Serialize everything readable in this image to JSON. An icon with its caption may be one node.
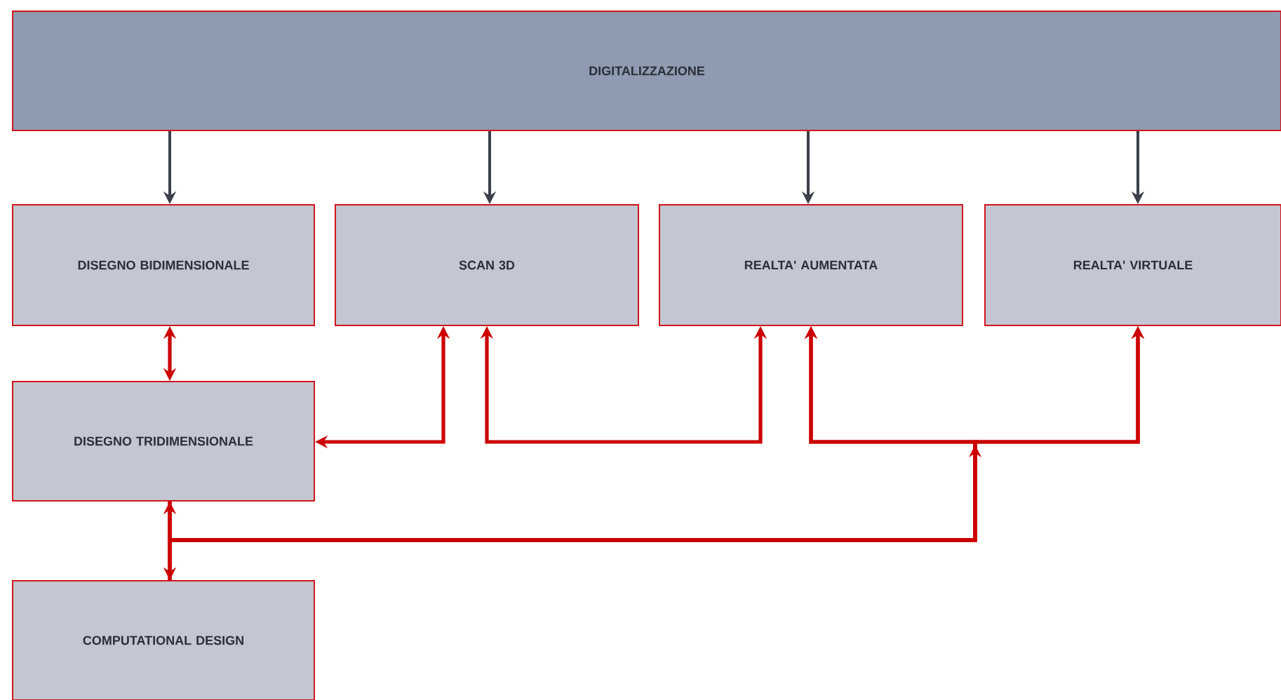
{
  "diagram": {
    "nodes": [
      {
        "text": [
          "DIGITALIZZAZIONE"
        ]
      },
      {
        "text": [
          "DISEGNO BIDIMENSIONALE"
        ]
      },
      {
        "text": [
          "SCAN 3D"
        ]
      },
      {
        "text": [
          "REALTA' AUMENTATA"
        ]
      },
      {
        "text": [
          "REALTA' VIRTUALE"
        ]
      },
      {
        "text": [
          "DISEGNO TRIDIMENSIONALE"
        ]
      },
      {
        "text": [
          "COMPUTATIONAL DESIGN"
        ]
      }
    ],
    "edges": [
      {
        "from": 0,
        "to": 1,
        "arrow": "to",
        "color": "#3a3f4a"
      },
      {
        "from": 0,
        "to": 2,
        "arrow": "to",
        "color": "#3a3f4a"
      },
      {
        "from": 0,
        "to": 3,
        "arrow": "to",
        "color": "#3a3f4a"
      },
      {
        "from": 0,
        "to": 4,
        "arrow": "to",
        "color": "#3a3f4a"
      },
      {
        "from": 1,
        "to": 5,
        "arrow": "both"
      },
      {
        "from": 5,
        "to": 2,
        "arrow": "both"
      },
      {
        "from": 2,
        "to": 3,
        "arrow": "both"
      },
      {
        "from": 5,
        "to": 6,
        "arrow": "both"
      },
      {
        "from": 5,
        "to": 3,
        "arrow": "to"
      },
      {
        "from": 5,
        "to": 4,
        "arrow": "to"
      },
      {
        "from": 6,
        "to": 3,
        "arrow": "to"
      },
      {
        "from": 6,
        "to": 4,
        "arrow": "to"
      }
    ]
  }
}
